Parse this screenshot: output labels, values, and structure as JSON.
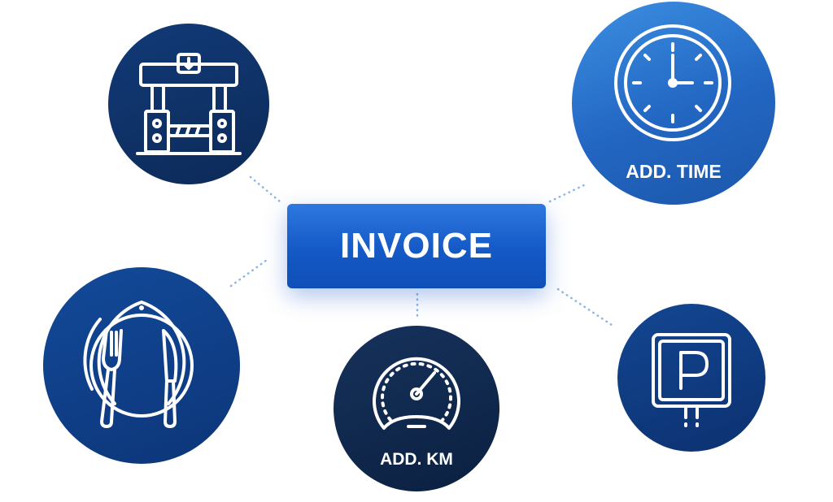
{
  "center": {
    "label": "INVOICE",
    "color": "#1459c6"
  },
  "nodes": {
    "toll": {
      "icon": "toll-gate-icon",
      "label": "",
      "color": "#0c2a58"
    },
    "time": {
      "icon": "clock-icon",
      "label": "ADD. TIME",
      "color": "#2266c2"
    },
    "meal": {
      "icon": "plate-fork-knife-icon",
      "label": "",
      "color": "#0d3578"
    },
    "km": {
      "icon": "speedometer-icon",
      "label": "ADD. KM",
      "color": "#0b2040"
    },
    "parking": {
      "icon": "parking-sign-icon",
      "label": "",
      "color": "#0c3170"
    }
  },
  "connector_color": "#8fb4e6"
}
